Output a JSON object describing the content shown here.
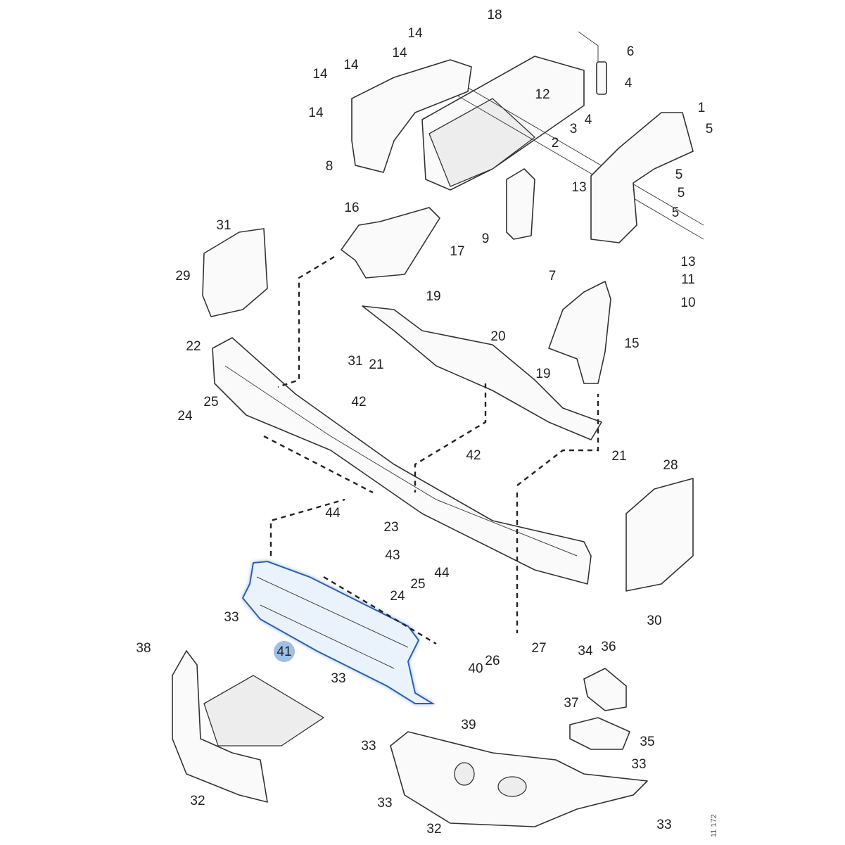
{
  "diagram": {
    "type": "exploded-parts-diagram",
    "highlighted_part": "41",
    "highlight_color": "#9fbfe6",
    "reference_number": "11 172",
    "callouts": [
      "18",
      "14",
      "14",
      "6",
      "14",
      "14",
      "14",
      "4",
      "12",
      "1",
      "3",
      "4",
      "5",
      "2",
      "8",
      "5",
      "5",
      "13",
      "5",
      "16",
      "31",
      "17",
      "9",
      "29",
      "7",
      "13",
      "11",
      "19",
      "10",
      "22",
      "20",
      "15",
      "31",
      "21",
      "19",
      "42",
      "25",
      "24",
      "21",
      "42",
      "28",
      "44",
      "23",
      "43",
      "44",
      "25",
      "24",
      "33",
      "30",
      "41",
      "27",
      "34",
      "36",
      "26",
      "38",
      "40",
      "33",
      "37",
      "39",
      "35",
      "33",
      "33",
      "33",
      "32",
      "32",
      "33"
    ]
  }
}
